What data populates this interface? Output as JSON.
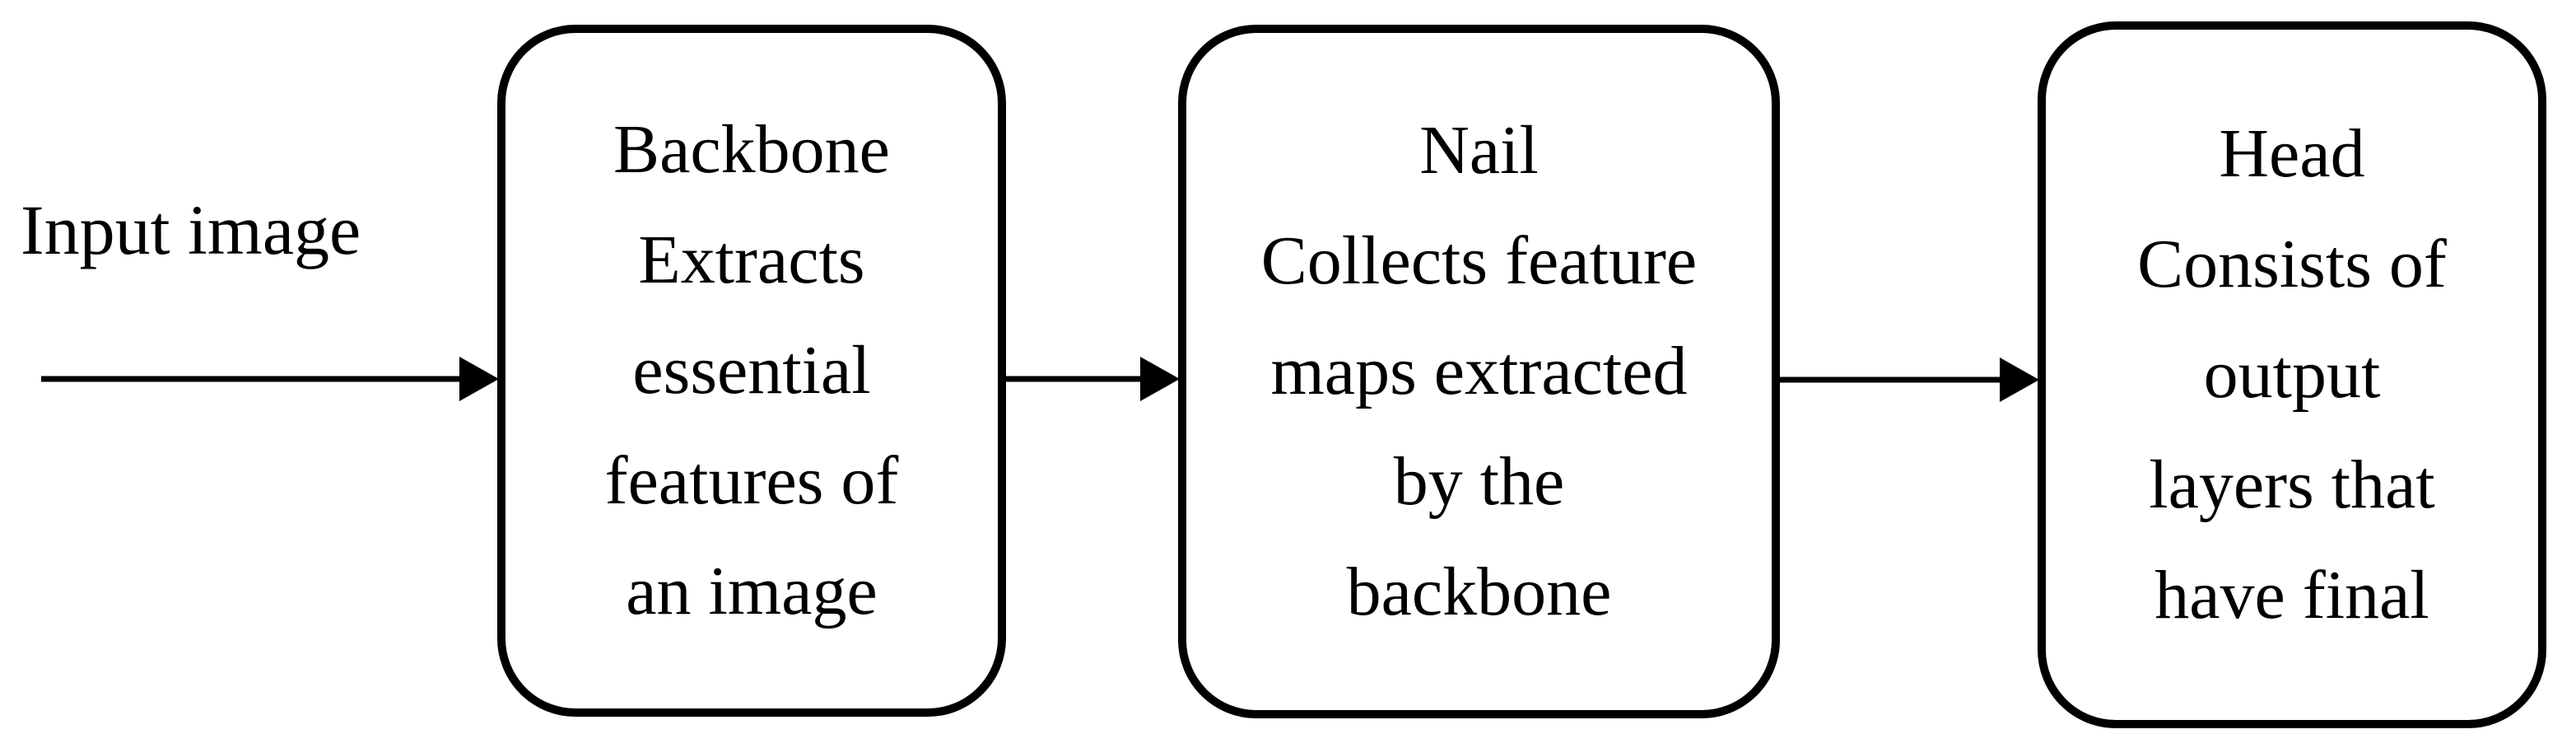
{
  "diagram": {
    "background_color": "#ffffff",
    "ink_color": "#000000",
    "input_label": "Input image",
    "boxes": [
      {
        "title": "Backbone",
        "lines": [
          "Extracts",
          "essential",
          "features of",
          "an image"
        ]
      },
      {
        "title": "Nail",
        "lines": [
          "Collects feature",
          "maps extracted",
          "by the",
          "backbone"
        ]
      },
      {
        "title": "Head",
        "lines": [
          "Consists of",
          "output",
          "layers that",
          "have final"
        ]
      }
    ]
  }
}
